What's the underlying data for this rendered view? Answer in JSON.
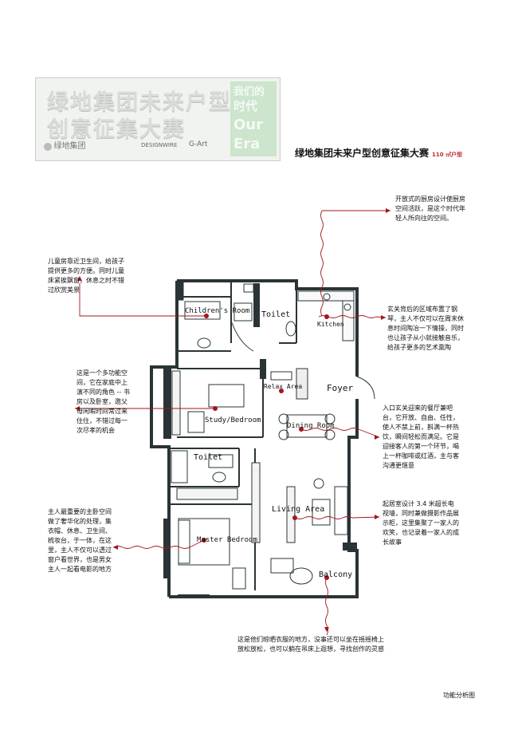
{
  "banner": {
    "title_line1": "绿地集团未来户型",
    "title_line2": "创意征集大赛",
    "badge_line1": "我们的",
    "badge_line2": "时代",
    "badge_line3": "Our",
    "badge_line4": "Era",
    "logo1": "绿地集团",
    "logo2": "DESIGNWIRE",
    "logo3": "G-Art"
  },
  "subtitle": {
    "text": "绿地集团未来户型创意征集大赛",
    "area": "110 ㎡户型"
  },
  "rooms": {
    "childrens_room": "Children's Room",
    "toilet_top": "Toilet",
    "kitchen": "Kitchen",
    "relax_area": "Relax Area",
    "foyer": "Foyer",
    "study_bedroom": "Study/Bedroom",
    "dining_room": "Dining Room",
    "toilet_bottom": "Toilet",
    "living_area": "Living Area",
    "master_bedroom": "Master Bedroom",
    "balcony": "Balcony"
  },
  "notes": {
    "kitchen": "开放式的厨房设计使厨房空间活跃，是这个时代年轻人所向往的空间。",
    "children": "儿童房靠近卫生间，给孩子提供更多的方便。同时儿童床紧挨飘窗，休息之时不错过欣赏美景",
    "piano": "玄关背后的区域布置了钢琴，主人不仅可以在周末休息时间陶冶一下情操，同时也让孩子从小就接触音乐，给孩子更多的艺术熏陶",
    "study": "这是一个多功能空间，它在家庭中上演不同的角色 -- 书房以及卧室，邀父母闲暇时间常过来住住，不错过每一次尽孝的机会",
    "dining": "入口玄关迎来的餐厅兼吧台，它开放、自由、任性，使人不禁上前，斟满一杯热饮，瞬间轻松而满足。它是迎接客人的第一个环节，喝上一杯咖啡或红酒，主与客沟通更惬意",
    "living": "起居室设计 3.4 米超长电视墙，同时兼做摄影作品展示柜，这里集聚了一家人的欢笑，也记录着一家人的成长故事",
    "master": "主人最重要的主卧空间做了奢华化的处理，集衣帽、休息、卫生间、梳妆台，于一体，在这里，主人不仅可以透过窗户看世界，也是男女主人一起看电影的地方",
    "balcony": "这是他们晾晒衣服的地方，没事还可以坐在摇摇椅上放松放松，也可以躺在吊床上遐想，寻找创作的灵感"
  },
  "footer": {
    "caption": "功能分析图"
  },
  "colors": {
    "accent": "#a3161c",
    "wall": "#2a3436",
    "badge": "#cde4cd"
  }
}
